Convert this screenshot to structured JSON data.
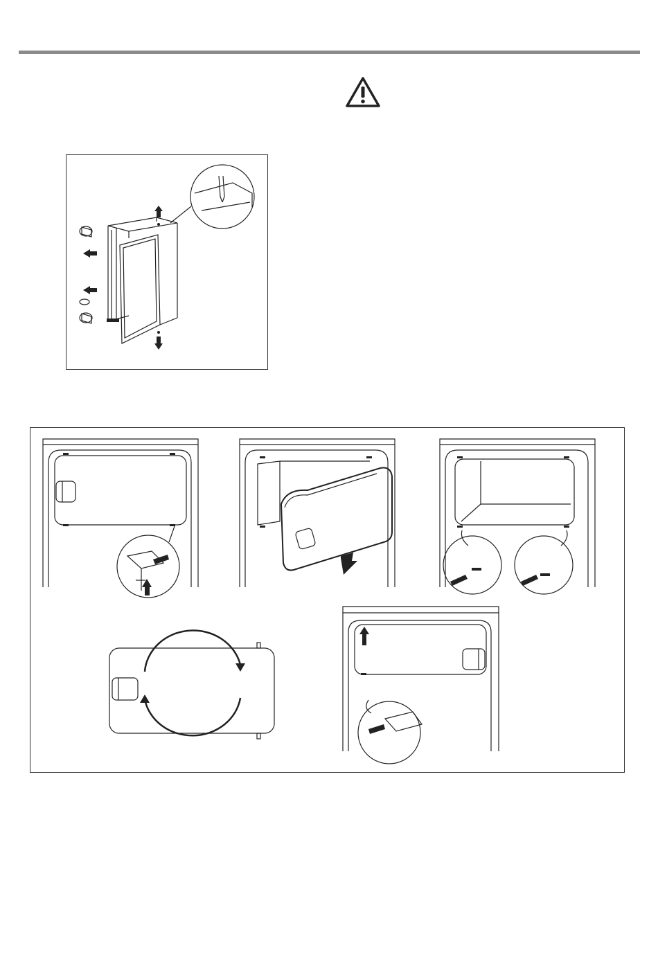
{
  "header": {
    "rule_color": "#8a8a8a"
  },
  "warning": {
    "icon": "warning-triangle-icon"
  },
  "figures": {
    "figure_1": {
      "description_icon": "fridge-hinge-removal-illustration"
    },
    "figure_2": {
      "panels": [
        {
          "icon": "unscrew-lower-hinge-illustration"
        },
        {
          "icon": "remove-freezer-door-illustration"
        },
        {
          "icon": "swap-pins-illustration"
        },
        {
          "icon": "rotate-door-illustration"
        },
        {
          "icon": "refit-door-illustration"
        }
      ]
    }
  }
}
